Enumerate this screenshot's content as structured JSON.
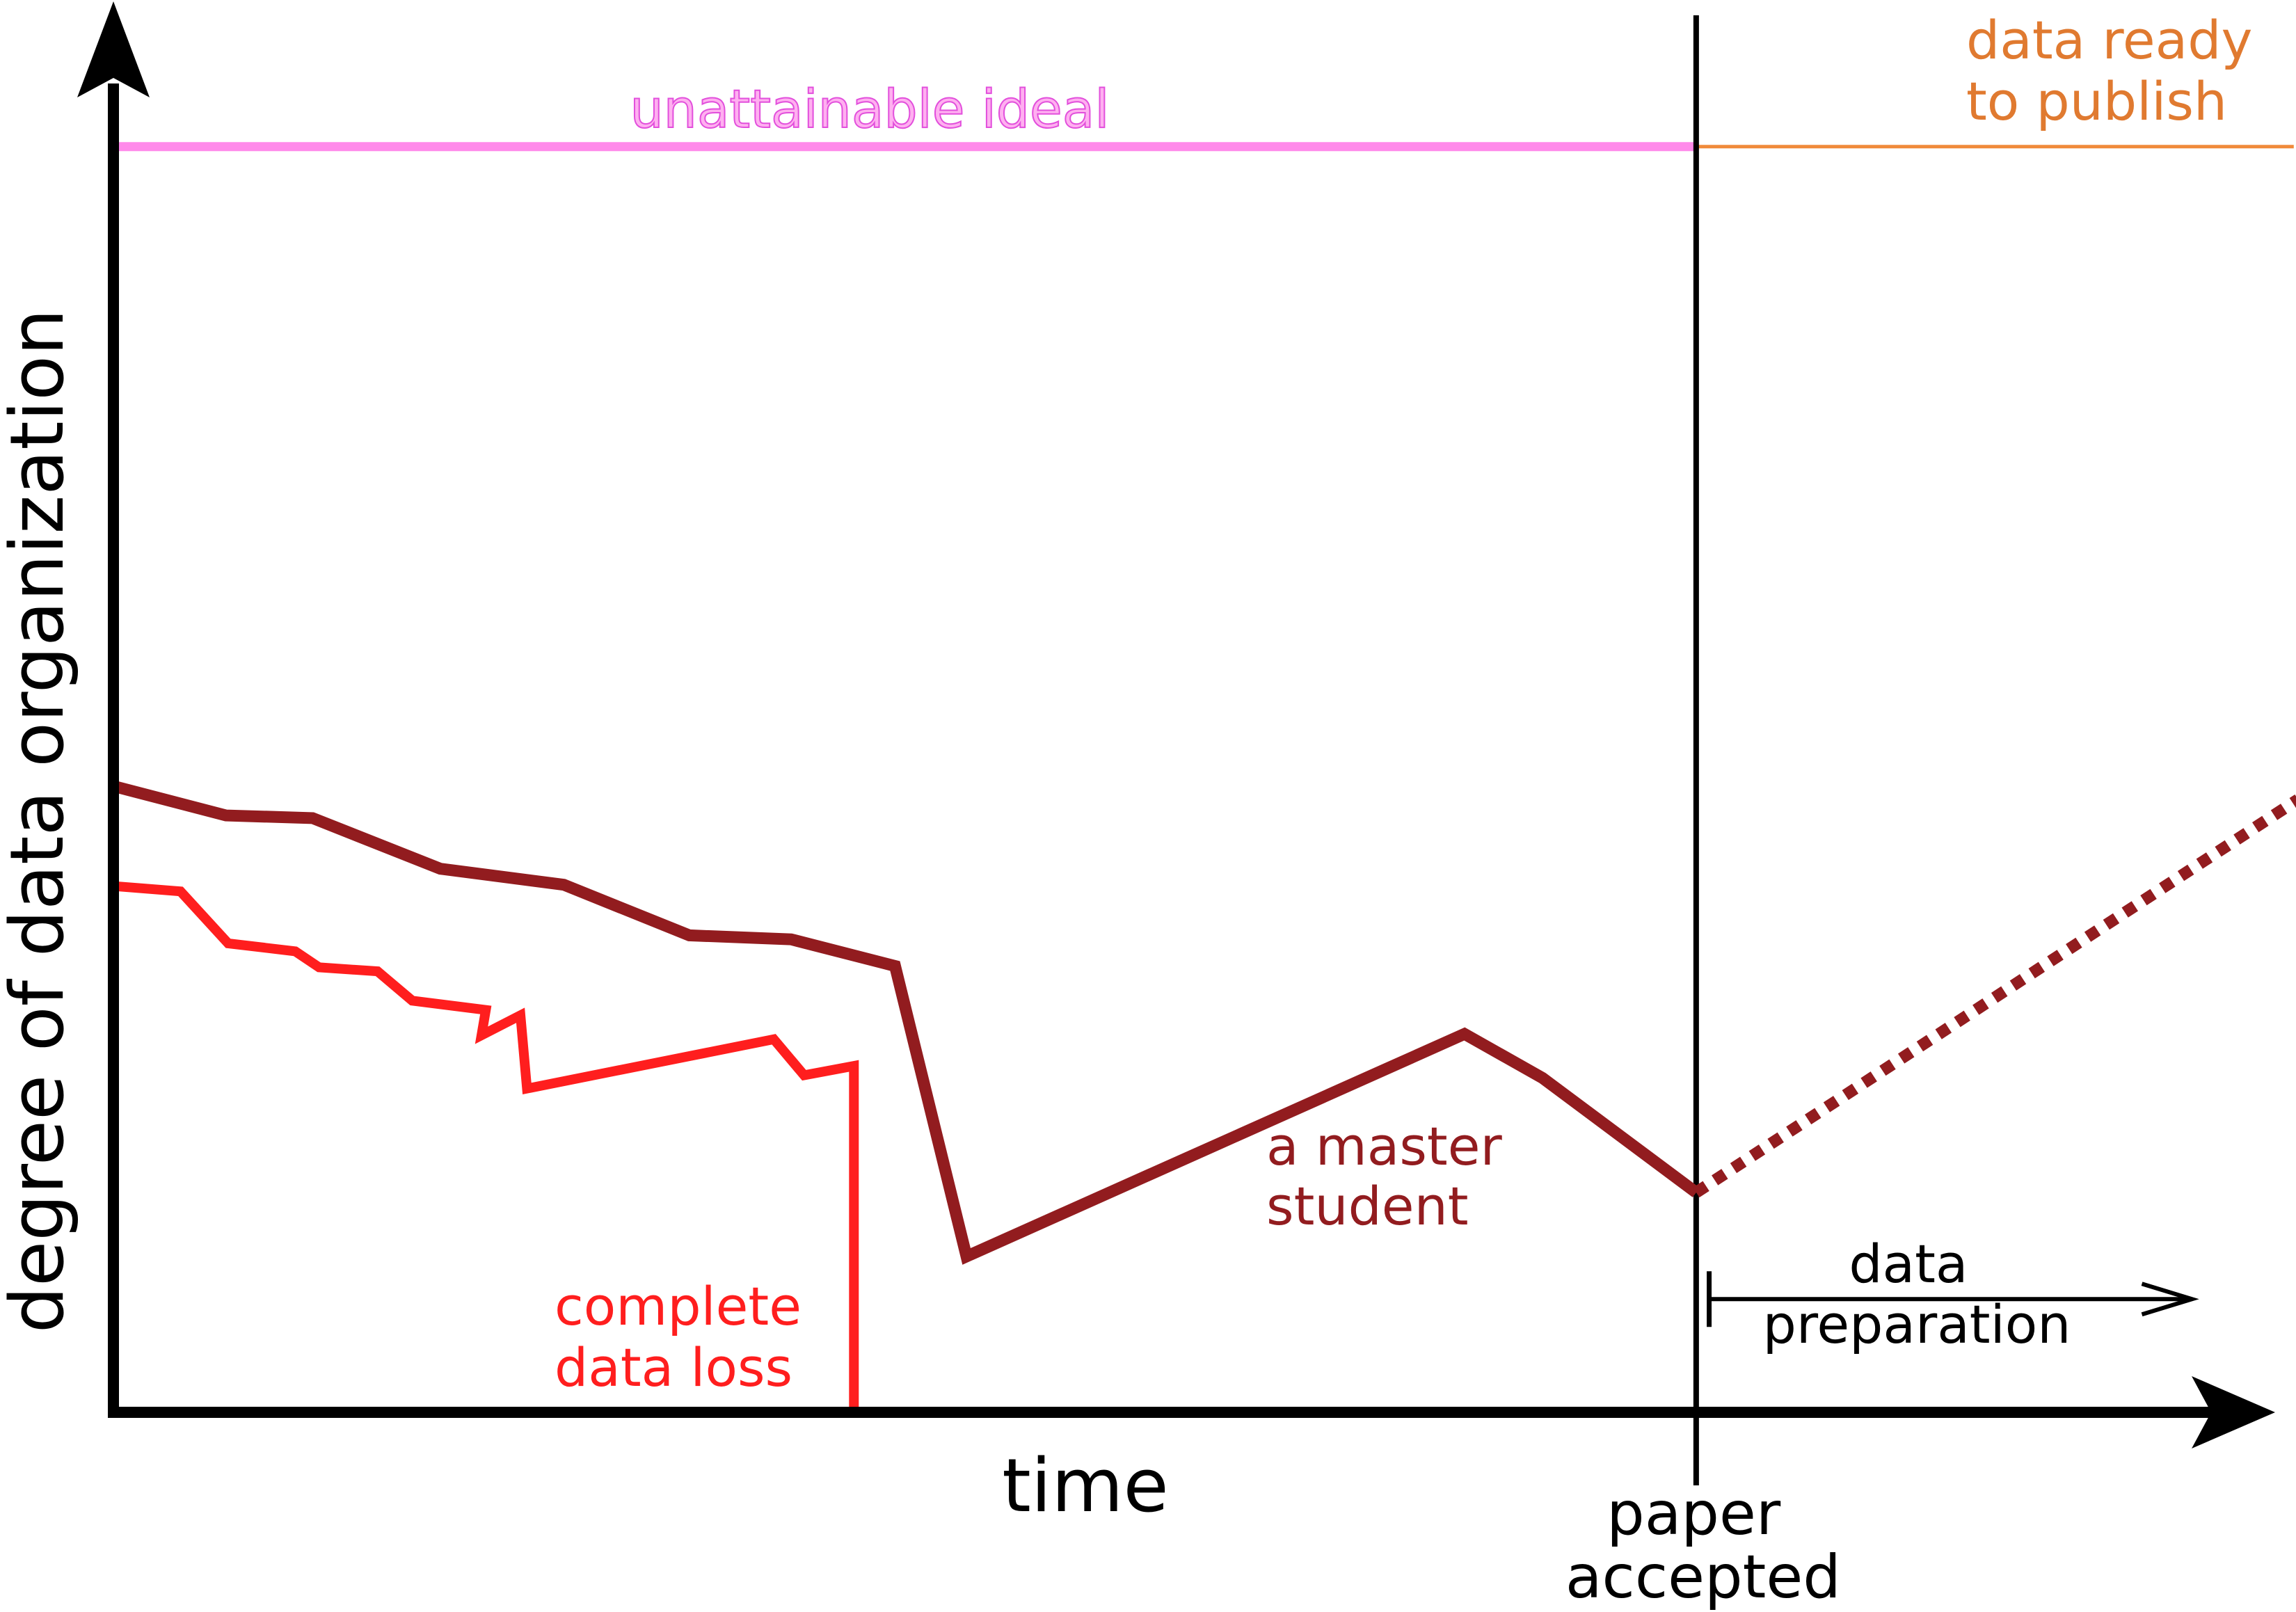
{
  "chart_data": {
    "type": "line",
    "title": "",
    "xlabel": "time",
    "ylabel": "degree of data organization",
    "xlim": [
      0,
      100
    ],
    "ylim": [
      0,
      100
    ],
    "grid": false,
    "series": [
      {
        "key": "master",
        "name": "",
        "label": [
          "a master",
          "student"
        ],
        "color": "#921c1f",
        "points": [
          [
            0,
            47
          ],
          [
            5.2,
            44.8
          ],
          [
            9.2,
            44.6
          ],
          [
            15.1,
            40.8
          ],
          [
            20.8,
            39.6
          ],
          [
            26.6,
            35.8
          ],
          [
            31.3,
            35.5
          ],
          [
            36.1,
            33.5
          ],
          [
            39.4,
            11.7
          ],
          [
            62.4,
            28.4
          ],
          [
            66.0,
            25.1
          ],
          [
            73.1,
            16.5
          ]
        ],
        "projection": [
          [
            73.1,
            16.5
          ],
          [
            100.9,
            46
          ]
        ]
      },
      {
        "key": "loss",
        "name": "",
        "label": [
          "complete",
          "data loss"
        ],
        "color": "#ff1e1e",
        "points": [
          [
            0,
            39.5
          ],
          [
            3.1,
            39.1
          ],
          [
            5.3,
            35.2
          ],
          [
            8.4,
            34.6
          ],
          [
            9.5,
            33.4
          ],
          [
            12.2,
            33.1
          ],
          [
            13.8,
            30.9
          ],
          [
            17.2,
            30.2
          ],
          [
            17.0,
            28.3
          ],
          [
            18.8,
            29.8
          ],
          [
            19.1,
            24.3
          ],
          [
            30.5,
            28.0
          ],
          [
            31.9,
            25.3
          ],
          [
            34.2,
            26.0
          ],
          [
            34.2,
            0
          ]
        ]
      }
    ],
    "reference_lines": [
      {
        "key": "ideal",
        "text": "unattainable ideal",
        "y": 95,
        "x_from": 0,
        "x_to": 73.1,
        "color": "#ff8aea",
        "text_color": "#e24fdc"
      },
      {
        "key": "publish",
        "text_lines": [
          "data ready",
          "to publish"
        ],
        "y": 95,
        "x_from": 73.1,
        "x_to": 100.7,
        "color": "#f08a3a",
        "text_color": "#e07a30"
      }
    ],
    "event": {
      "text_lines": [
        "paper",
        "accepted"
      ],
      "x": 73.1,
      "color": "#000000"
    },
    "interval": {
      "text_lines": [
        "data",
        "preparation"
      ],
      "x_from": 73.7,
      "x_to": 96.0,
      "y": 8.5
    }
  }
}
